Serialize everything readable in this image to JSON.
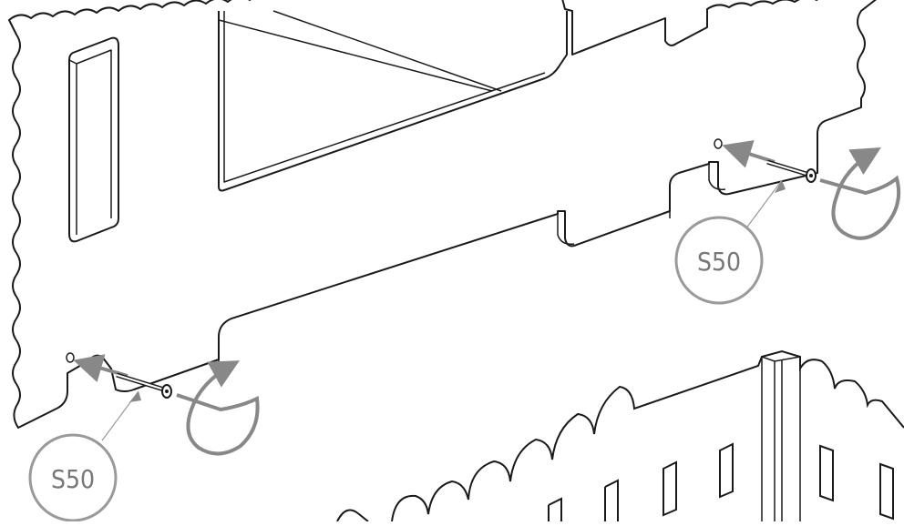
{
  "callouts": [
    {
      "id": "callout-right",
      "label": "S50"
    },
    {
      "id": "callout-left",
      "label": "S50"
    }
  ],
  "colors": {
    "line": "#1a1a1a",
    "arrow": "#888888",
    "callout": "#9a9a9a",
    "background": "#ffffff"
  },
  "icons": [
    "screw-icon",
    "rotate-arrow-icon",
    "insert-arrow-icon"
  ]
}
